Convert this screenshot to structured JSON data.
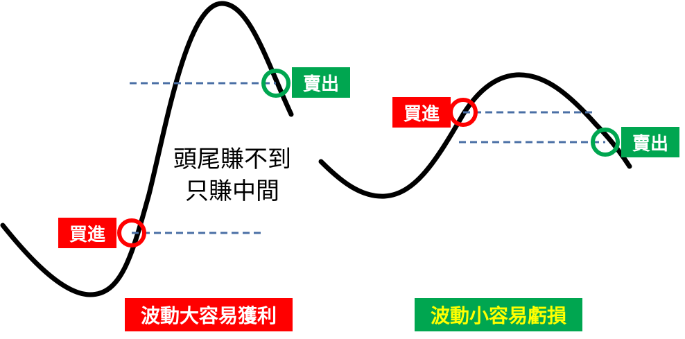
{
  "left": {
    "buy_label": "買進",
    "sell_label": "賣出",
    "annotation_line1": "頭尾賺不到",
    "annotation_line2": "只賺中間",
    "caption": "波動大容易獲利"
  },
  "right": {
    "buy_label": "買進",
    "sell_label": "賣出",
    "caption": "波動小容易虧損"
  },
  "colors": {
    "buy_red": "#ff0000",
    "sell_green": "#00a650",
    "curve": "#000000",
    "dash_line": "#4a6fa5",
    "caption_right_text": "#ffff00"
  }
}
